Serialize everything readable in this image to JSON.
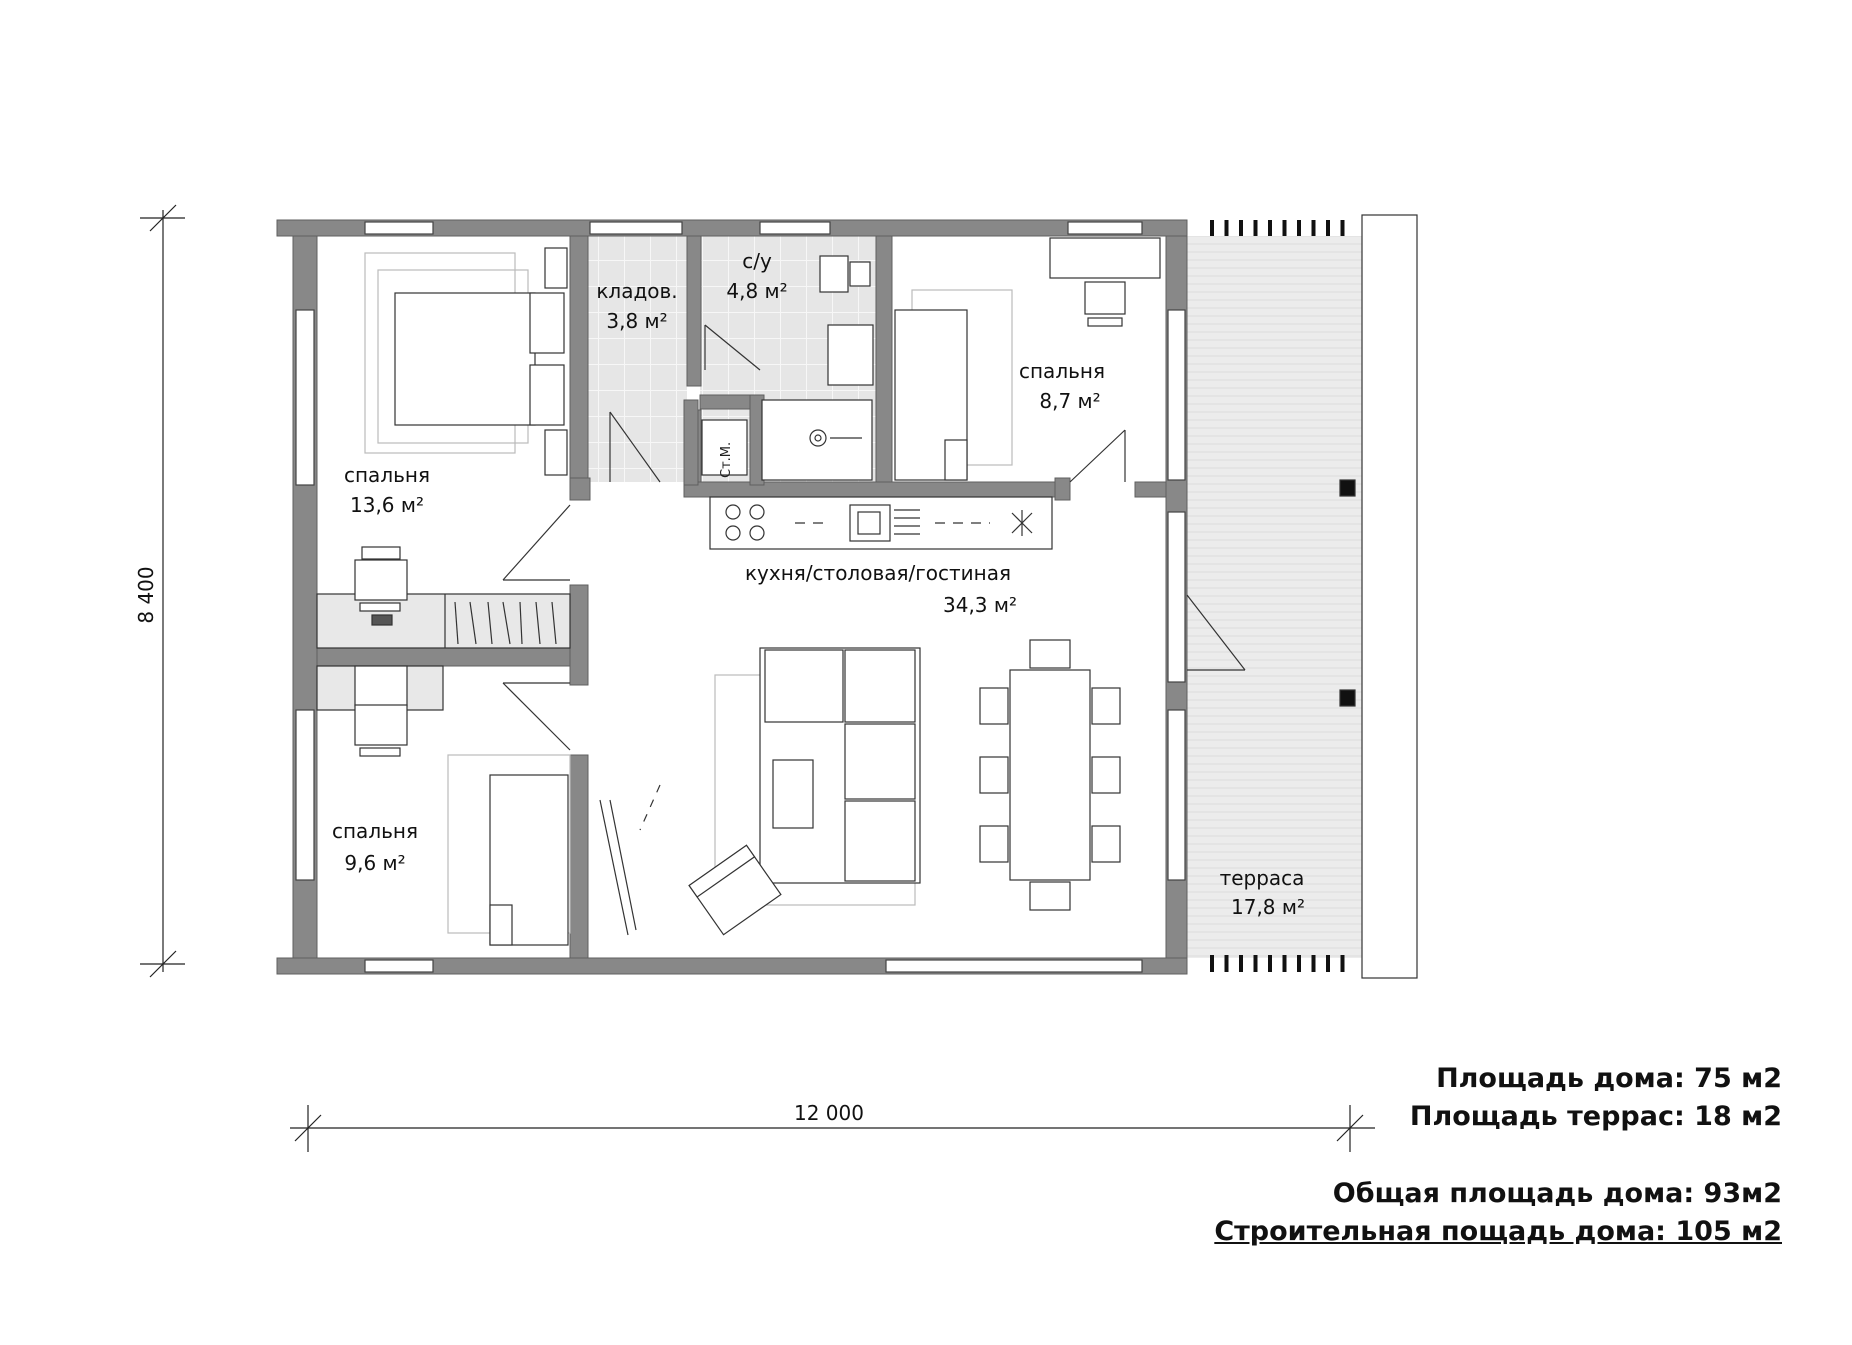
{
  "rooms": {
    "bedroom_big": {
      "name": "спальня",
      "area": "13,6 м²"
    },
    "storage": {
      "name": "кладов.",
      "area": "3,8 м²"
    },
    "bathroom": {
      "name": "с/у",
      "area": "4,8 м²"
    },
    "bedroom_right": {
      "name": "спальня",
      "area": "8,7 м²"
    },
    "living": {
      "name": "кухня/столовая/гостиная",
      "area": "34,3 м²"
    },
    "bedroom_small": {
      "name": "спальня",
      "area": "9,6 м²"
    },
    "terrace": {
      "name": "терраса",
      "area": "17,8 м²"
    },
    "washer_label": "Ст.М."
  },
  "dimensions": {
    "width": "12 000",
    "height": "8 400"
  },
  "summary": {
    "house_area": "Площадь дома: 75 м2",
    "terrace_area": "Площадь террас: 18 м2",
    "total_area": "Общая площадь дома: 93м2",
    "building_area": "Строительная пощадь дома: 105 м2"
  },
  "colors": {
    "wall": "#888888",
    "wall_dark": "#5f5f5f",
    "tile": "#e5e5e5",
    "terrace_floor": "#ececec",
    "line": "#333333"
  }
}
